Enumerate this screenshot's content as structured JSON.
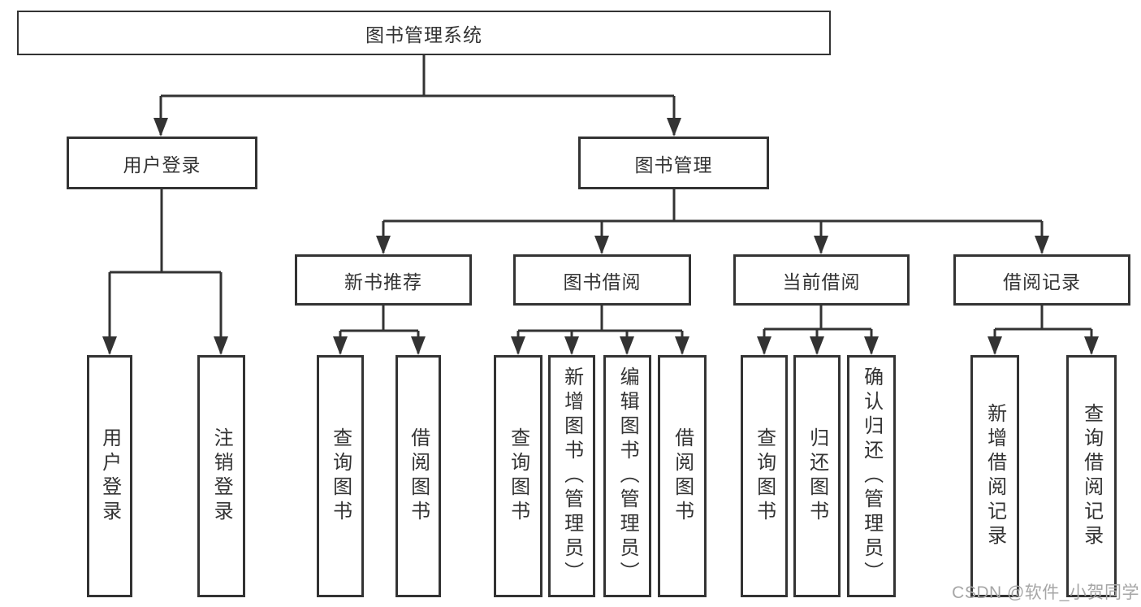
{
  "diagram_type": "hierarchy-tree",
  "colors": {
    "line": "#333333",
    "box_border": "#333333",
    "box_background": "#ffffff",
    "text": "#333333",
    "watermark": "#a6a6a6",
    "page_background": "#ffffff"
  },
  "tree": {
    "label": "图书管理系统",
    "children": [
      {
        "label": "用户登录",
        "children": [
          {
            "label": "用户登录"
          },
          {
            "label": "注销登录"
          }
        ]
      },
      {
        "label": "图书管理",
        "children": [
          {
            "label": "新书推荐",
            "children": [
              {
                "label": "查询图书"
              },
              {
                "label": "借阅图书"
              }
            ]
          },
          {
            "label": "图书借阅",
            "children": [
              {
                "label": "查询图书"
              },
              {
                "label": "新增图书（管理员）"
              },
              {
                "label": "编辑图书（管理员）"
              },
              {
                "label": "借阅图书"
              }
            ]
          },
          {
            "label": "当前借阅",
            "children": [
              {
                "label": "查询图书"
              },
              {
                "label": "归还图书"
              },
              {
                "label": "确认归还（管理员）"
              }
            ]
          },
          {
            "label": "借阅记录",
            "children": [
              {
                "label": "新增借阅记录"
              },
              {
                "label": "查询借阅记录"
              }
            ]
          }
        ]
      }
    ]
  },
  "watermark": {
    "text": "CSDN @软件_小贺同学"
  }
}
